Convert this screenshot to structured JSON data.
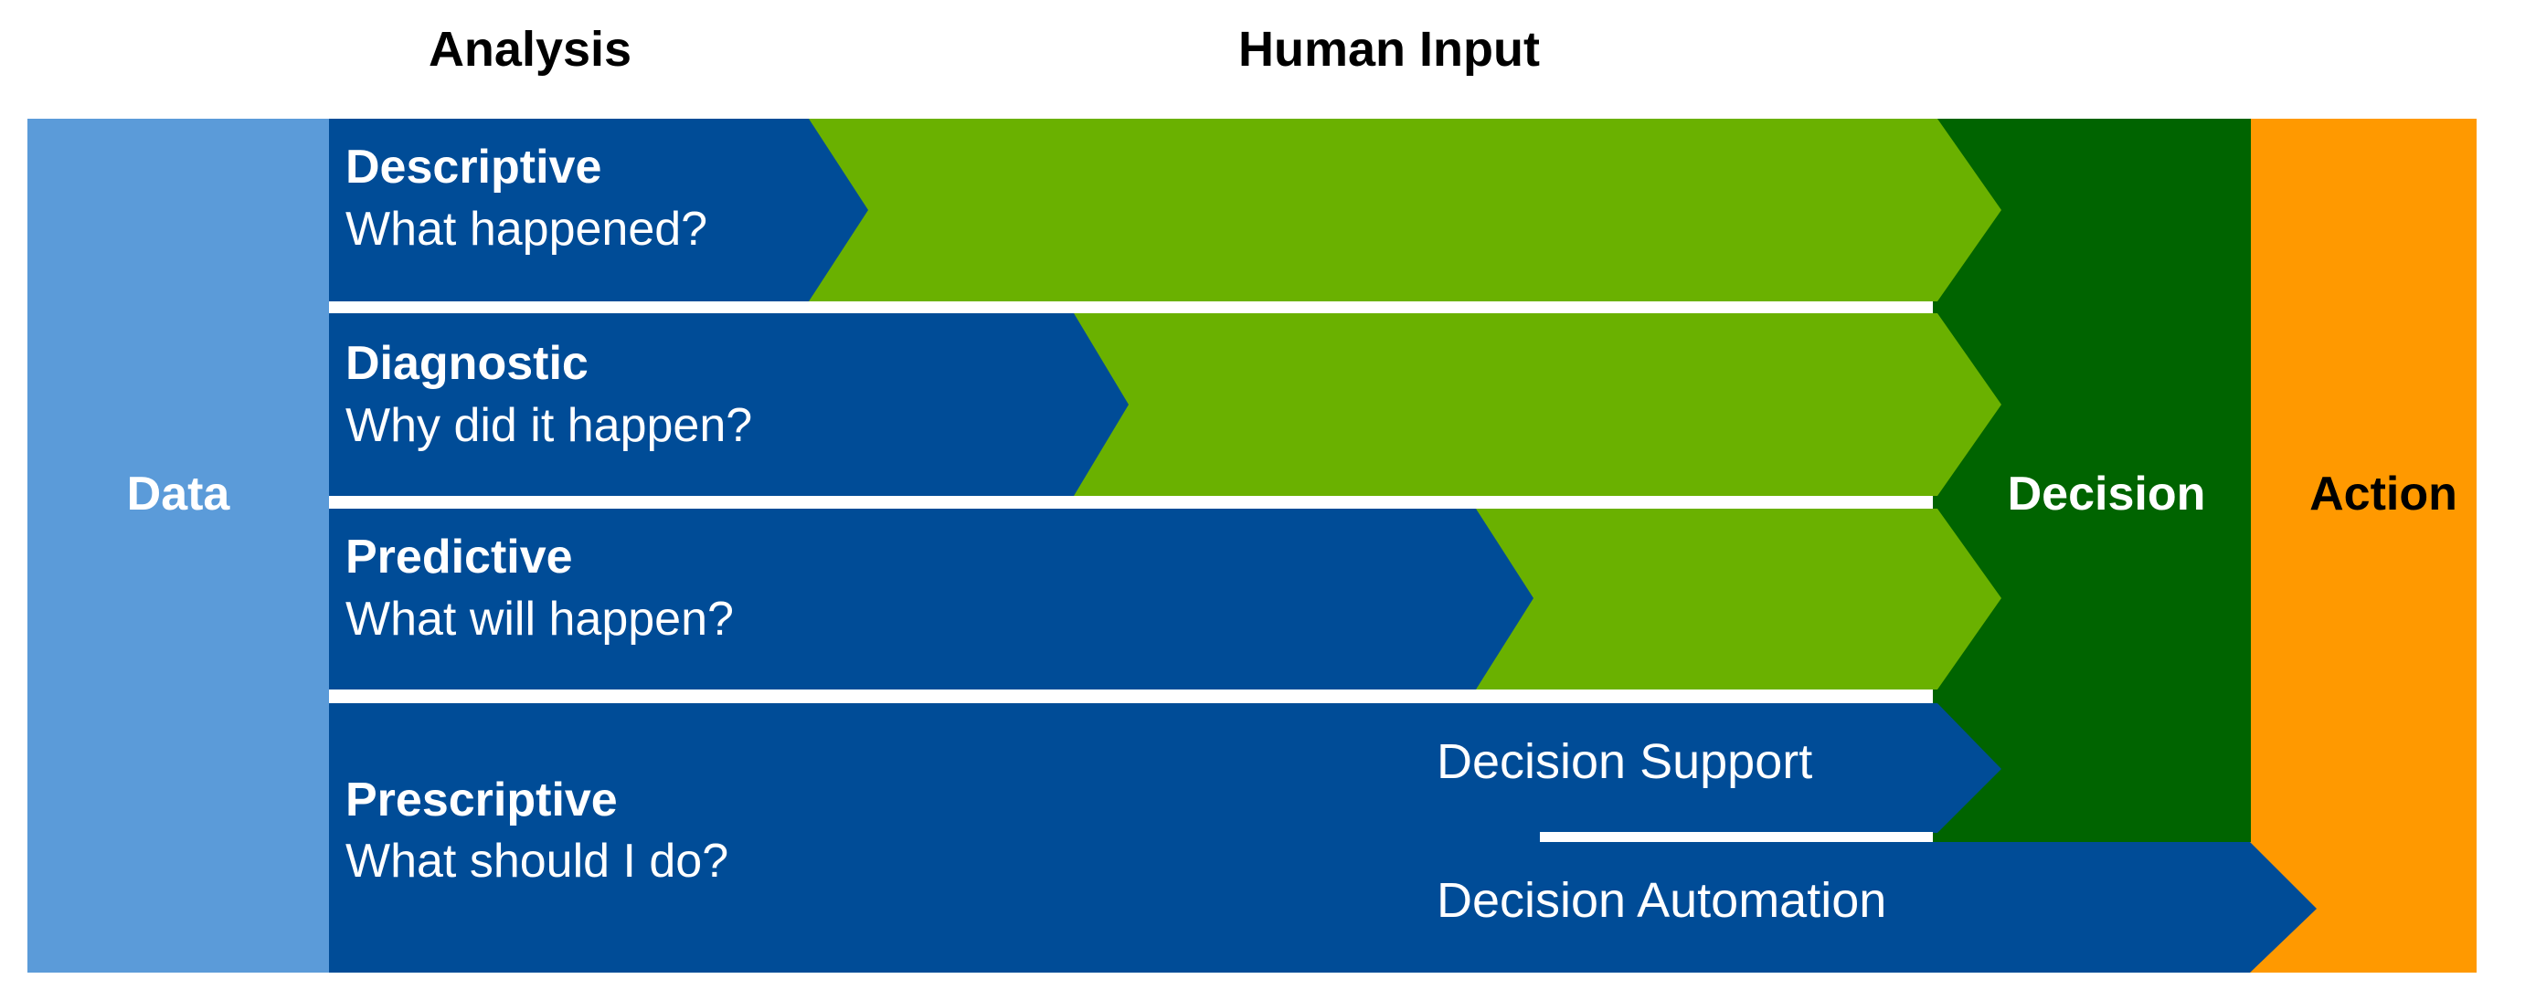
{
  "headers": {
    "analysis": "Analysis",
    "human_input": "Human Input"
  },
  "columns": {
    "data": "Data",
    "decision": "Decision",
    "action": "Action"
  },
  "rows": [
    {
      "title": "Descriptive",
      "question": "What happened?"
    },
    {
      "title": "Diagnostic",
      "question": "Why did it happen?"
    },
    {
      "title": "Predictive",
      "question": "What will happen?"
    },
    {
      "title": "Prescriptive",
      "question": "What should I do?"
    }
  ],
  "prescriptive_outputs": {
    "support": "Decision Support",
    "automation": "Decision Automation"
  },
  "colors": {
    "data_block": "#5b9bd9",
    "analysis_blue": "#004c97",
    "human_input_green": "#6ab100",
    "decision_green": "#006400",
    "action_orange": "#ff9900",
    "separator": "#ffffff"
  }
}
